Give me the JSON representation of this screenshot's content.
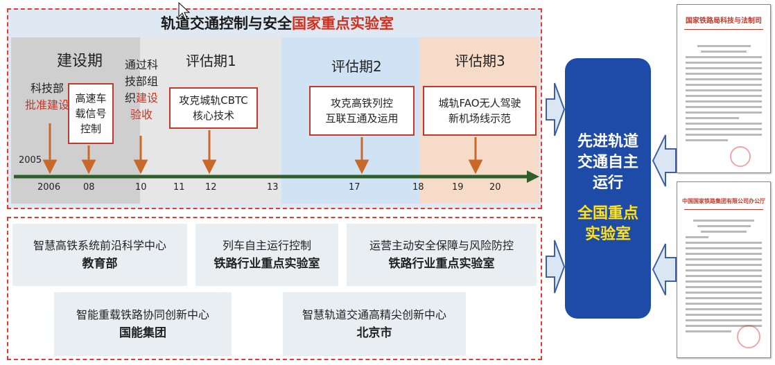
{
  "title": {
    "part1": "轨道交通控制与安全",
    "part2": "国家重点实验室"
  },
  "phases": [
    {
      "name": "建设期"
    },
    {
      "name": "评估期1"
    },
    {
      "name": "评估期2"
    },
    {
      "name": "评估期3"
    }
  ],
  "notes": {
    "approve_line1": "科技部",
    "approve_line2": "批准建设",
    "accept_line1": "通过科",
    "accept_line2": "技部组",
    "accept_line3": "织",
    "accept_line3_red": "建设",
    "accept_line4_red": "验收"
  },
  "boxes": {
    "hs_signal_line1": "高速车",
    "hs_signal_line2": "载信号",
    "hs_signal_line3": "控制",
    "cbtc_line1": "攻克城轨CBTC",
    "cbtc_line2": "核心技术",
    "hsr_line1": "攻克高铁列控",
    "hsr_line2": "互联互通及运用",
    "fao_line1": "城轨FAO无人驾驶",
    "fao_line2": "新机场线示范"
  },
  "timeline": {
    "start_year": "2005",
    "ticks": [
      "2006",
      "08",
      "10",
      "11",
      "12",
      "13",
      "17",
      "18",
      "19",
      "20"
    ]
  },
  "labs": [
    {
      "name": "智慧高铁系统前沿科学中心",
      "org": "教育部"
    },
    {
      "name": "列车自主运行控制",
      "org": "铁路行业重点实验室"
    },
    {
      "name": "运营主动安全保障与风险防控",
      "org": "铁路行业重点实验室"
    },
    {
      "name": "智能重载铁路协同创新中心",
      "org": "国能集团"
    },
    {
      "name": "智慧轨道交通高精尖创新中心",
      "org": "北京市"
    }
  ],
  "side_panel": {
    "line1": "先进轨道",
    "line2": "交通自主",
    "line3": "运行",
    "line4": "全国重点",
    "line5": "实验室"
  },
  "documents": {
    "doc1_header": "国家铁路局科技与法制司",
    "doc2_header": "中国国家铁路集团有限公司办公厅"
  },
  "colors": {
    "frame_red": "#e23b2e",
    "panel_blue": "#1e4aa8",
    "highlight_yellow": "#ffe21a",
    "arrow_orange": "#c8692a",
    "timeline_green": "#2e5e2a"
  }
}
